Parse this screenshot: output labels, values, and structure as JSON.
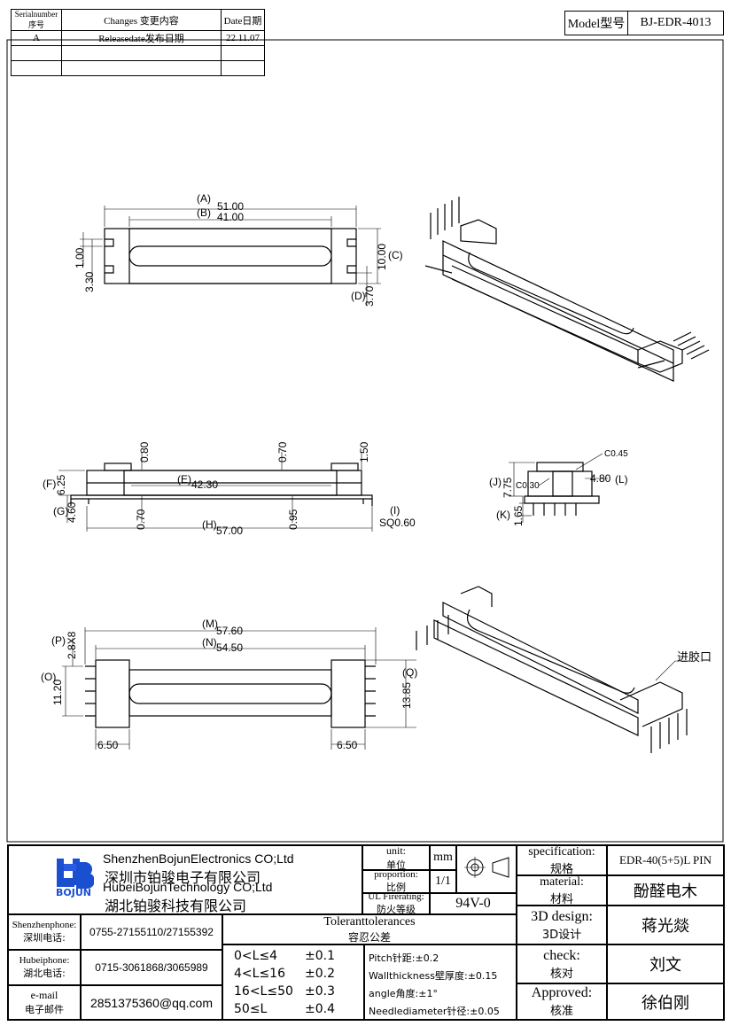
{
  "revision_table": {
    "headers": {
      "serial": "Serialnumber序号",
      "changes": "Changes 变更内容",
      "date": "Date日期"
    },
    "rows": [
      {
        "serial": "A",
        "changes": "Releasedate发布日期",
        "date": "22.11.07"
      },
      {
        "serial": "",
        "changes": "",
        "date": ""
      },
      {
        "serial": "",
        "changes": "",
        "date": ""
      }
    ]
  },
  "model": {
    "label": "Model型号",
    "value": "BJ-EDR-4013"
  },
  "top_view": {
    "A_tag": "(A)",
    "A_val": "51.00",
    "B_tag": "(B)",
    "B_val": "41.00",
    "C_tag": "(C)",
    "C_val": "10.00",
    "D_tag": "(D)",
    "D_val": "3.70",
    "left1": "1.00",
    "left2": "3.30"
  },
  "side_view": {
    "top1": "0.80",
    "top2": "0.70",
    "top3": "1.50",
    "E_tag": "(E)",
    "E_val": "42.30",
    "F_tag": "(F)",
    "F_val": "6.25",
    "G_tag": "(G)",
    "G_val": "4.60",
    "bot1": "0.70",
    "bot2": "0.95",
    "H_tag": "(H)",
    "H_val": "57.00",
    "I_tag": "(I)",
    "I_val": "SQ0.60"
  },
  "end_view": {
    "c045": "C0.45",
    "c030": "C0.30",
    "J_tag": "(J)",
    "J_val": "7.75",
    "L_val": "4.80",
    "L_tag": "(L)",
    "K_tag": "(K)",
    "K_val": "1.65"
  },
  "bottom_view": {
    "M_tag": "(M)",
    "M_val": "57.60",
    "N_tag": "(N)",
    "N_val": "54.50",
    "P_tag": "(P)",
    "P_val": "2.8X8",
    "O_tag": "(O)",
    "O_val": "11.20",
    "Q_tag": "(Q)",
    "Q_val": "13.85",
    "w1": "6.50",
    "w2": "6.50"
  },
  "iso_note": "进胶口",
  "company": {
    "logo_text": "BOJUN",
    "en1": "ShenzhenBojunElectronics CO;Ltd",
    "cn1": "深圳市铂骏电子有限公司",
    "en2": "HubeiBojunTechnology CO;Ltd",
    "cn2": "湖北铂骏科技有限公司"
  },
  "unit": {
    "label": "unit:",
    "label_cn": "单位",
    "value": "mm"
  },
  "proportion": {
    "label": "proportion:",
    "label_cn": "比例",
    "value": "1/1"
  },
  "ul": {
    "label": "UL Firerating:",
    "label_cn": "防火等级",
    "value": "94V-0"
  },
  "specification": {
    "label": "specification:",
    "label_cn": "规格",
    "value": "EDR-40(5+5)L PIN"
  },
  "material": {
    "label": "material:",
    "label_cn": "材料",
    "value": "酚醛电木"
  },
  "design": {
    "label": "3D design:",
    "label_cn": "3D设计",
    "value": "蒋光燚"
  },
  "check": {
    "label": "check:",
    "label_cn": "核对",
    "value": "刘文"
  },
  "approved": {
    "label": "Approved:",
    "label_cn": "核准",
    "value": "徐伯刚"
  },
  "contacts": {
    "sz_label": "Shenzhenphone:",
    "sz_label_cn": "深圳电话:",
    "sz_value": "0755-27155110/27155392",
    "hb_label": "Hubeiphone:",
    "hb_label_cn": "湖北电话:",
    "hb_value": "0715-3061868/3065989",
    "mail_label": "e-mail",
    "mail_label_cn": "电子邮件",
    "mail_value": "2851375360@qq.com"
  },
  "tolerances": {
    "title": "Toleranttolerances",
    "title_cn": "容忍公差",
    "ranges": [
      {
        "range": "0<L≤4",
        "tol": "±0.1"
      },
      {
        "range": "4<L≤16",
        "tol": "±0.2"
      },
      {
        "range": "16<L≤50",
        "tol": "±0.3"
      },
      {
        "range": "50≤L",
        "tol": "±0.4"
      }
    ],
    "notes": [
      "Pitch针距:±0.2",
      "Wallthickness壁厚度:±0.15",
      "angle角度:±1°",
      "Needlediameter针径:±0.05"
    ]
  }
}
